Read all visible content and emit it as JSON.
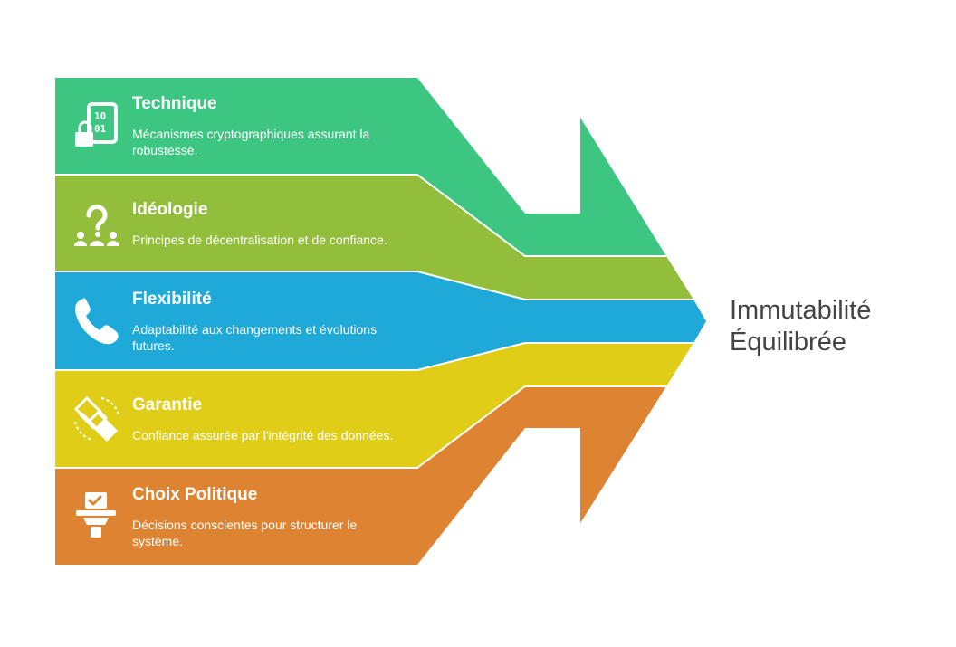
{
  "outcome": {
    "line1": "Immutabilité",
    "line2": "Équilibrée"
  },
  "bands": [
    {
      "title": "Technique",
      "description": "Mécanismes cryptographiques assurant la robustesse.",
      "color": "#3DC682",
      "icon": "cryptography-lock-icon"
    },
    {
      "title": "Idéologie",
      "description": "Principes de décentralisation et de confiance.",
      "color": "#93BE3C",
      "icon": "community-question-icon"
    },
    {
      "title": "Flexibilité",
      "description": "Adaptabilité aux changements et évolutions futures.",
      "color": "#1FA9D9",
      "icon": "phone-icon"
    },
    {
      "title": "Garantie",
      "description": "Confiance assurée par l'intégrité des données.",
      "color": "#DFCD17",
      "icon": "handshake-icon"
    },
    {
      "title": "Choix Politique",
      "description": "Décisions conscientes pour structurer le système.",
      "color": "#DE8331",
      "icon": "ballot-box-icon"
    }
  ]
}
